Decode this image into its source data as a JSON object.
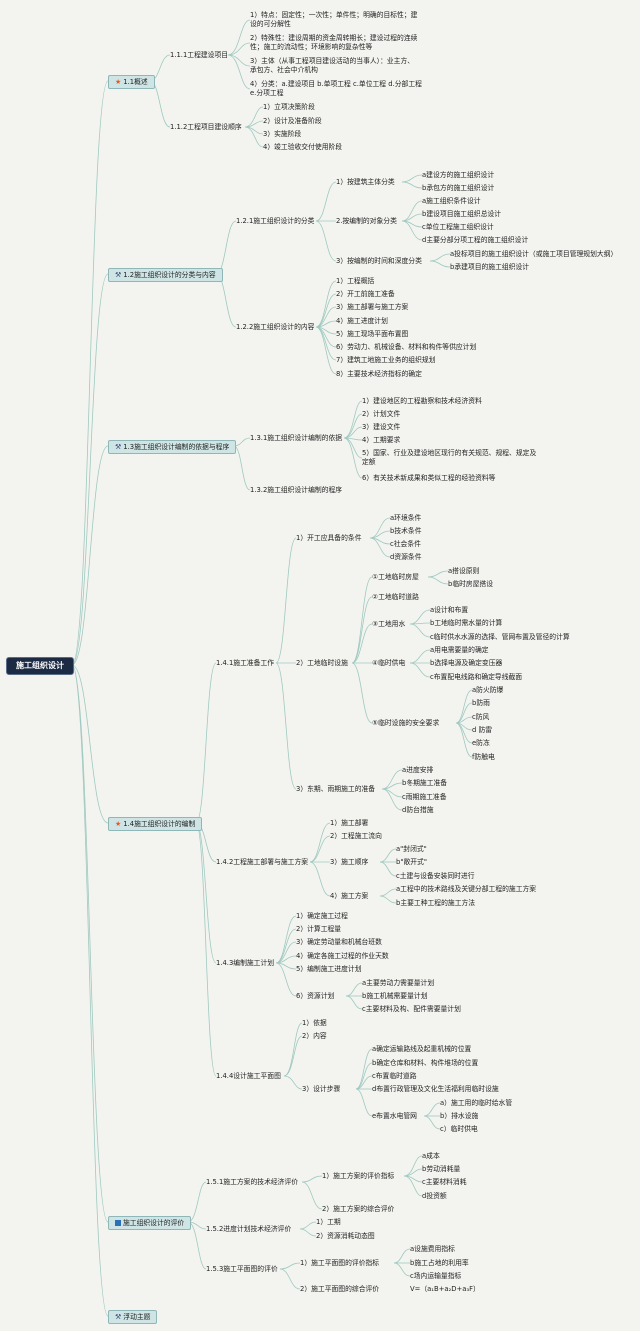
{
  "root": "施工组织设计",
  "sections": {
    "s1": {
      "label": "1.1概述",
      "a": {
        "label": "1.1.1工程建设项目",
        "i1": "1）特点：固定性；一次性；单件性；明确的目标性；建设的可分解性",
        "i2": "2）特殊性：建设周期的资金周转期长；建设过程的连续性；施工的流动性；环境影响的复杂性等",
        "i3": "3）主体（从事工程项目建设活动的当事人）：业主方、承包方、社会中介机构",
        "i4": "4）分类：a.建设项目 b.单项工程 c.单位工程 d.分部工程 e.分项工程"
      },
      "b": {
        "label": "1.1.2工程项目建设顺序",
        "i1": "1）立项决策阶段",
        "i2": "2）设计及准备阶段",
        "i3": "3）实施阶段",
        "i4": "4）竣工验收交付使用阶段"
      }
    },
    "s2": {
      "label": "1.2施工组织设计的分类与内容",
      "a": {
        "label": "1.2.1施工组织设计的分类",
        "g1": {
          "label": "1）按建筑主体分类",
          "x1": "a建设方的施工组织设计",
          "x2": "b承包方的施工组织设计"
        },
        "g2": {
          "label": "2.按编制的对象分类",
          "x1": "a施工组织条件设计",
          "x2": "b建设项目施工组织总设计",
          "x3": "c单位工程施工组织设计",
          "x4": "d主要分部分项工程的施工组织设计"
        },
        "g3": {
          "label": "3）按编制的时间和深度分类",
          "x1": "a投标项目的施工组织设计（或施工项目管理规划大纲）",
          "x2": "b承建项目的施工组织设计"
        }
      },
      "b": {
        "label": "1.2.2施工组织设计的内容",
        "i1": "1）工程概括",
        "i2": "2）开工前施工准备",
        "i3": "3）施工部署与施工方案",
        "i4": "4）施工进度计划",
        "i5": "5）施工现场平面布置图",
        "i6": "6）劳动力、机械设备、材料和构件等供应计划",
        "i7": "7）建筑工地施工业务的组织规划",
        "i8": "8）主要技术经济指标的确定"
      }
    },
    "s3": {
      "label": "1.3施工组织设计编制的依据与程序",
      "a": {
        "label": "1.3.1施工组织设计编制的依据",
        "i1": "1）建设地区的工程勘察和技术经济资料",
        "i2": "2）计划文件",
        "i3": "3）建设文件",
        "i4": "4）工期要求",
        "i5": "5）国家、行业及建设地区现行的有关规范、规程、规定及定额",
        "i6": "6）有关技术新成果和类似工程的经验资料等"
      },
      "b": {
        "label": "1.3.2施工组织设计编制的程序"
      }
    },
    "s4": {
      "label": "1.4施工组织设计的编制",
      "a": {
        "label": "1.4.1施工准备工作",
        "g1": {
          "label": "1）开工应具备的条件",
          "x1": "a环境条件",
          "x2": "b技术条件",
          "x3": "c社会条件",
          "x4": "d资源条件"
        },
        "g2": {
          "label": "2）工地临时设施",
          "h1": {
            "label": "①工地临时房屋",
            "y1": "a搭设原则",
            "y2": "b临时房屋搭设"
          },
          "h2": {
            "label": "②工地临时道路"
          },
          "h3": {
            "label": "③工地用水",
            "y1": "a设计和布置",
            "y2": "b工地临时需水量的计算",
            "y3": "c临时供水水源的选择、管网布置及管径的计算"
          },
          "h4": {
            "label": "④临时供电",
            "y1": "a用电需要量的确定",
            "y2": "b选择电源及确定变压器",
            "y3": "c布置配电线路和确定导线截面"
          },
          "h5": {
            "label": "⑤临时设施的安全要求",
            "y1": "a防火防爆",
            "y2": "b防雨",
            "y3": "c防风",
            "y4": "d 防雷",
            "y5": "e防冻",
            "y6": "f防触电"
          }
        },
        "g3": {
          "label": "3）东期、雨期施工的准备",
          "x1": "a进度安排",
          "x2": "b冬期施工准备",
          "x3": "c雨期施工准备",
          "x4": "d防台措施"
        }
      },
      "b": {
        "label": "1.4.2工程施工部署与施工方案",
        "i1": "1）施工部署",
        "i2": "2）工程施工流向",
        "g3": {
          "label": "3）施工顺序",
          "x1": "a\"封闭式\"",
          "x2": "b\"敞开式\"",
          "x3": "c土建与设备安装同时进行"
        },
        "g4": {
          "label": "4）施工方案",
          "x1": "a工程中的技术路线及关键分部工程的施工方案",
          "x2": "b主要工种工程的施工方法"
        }
      },
      "c": {
        "label": "1.4.3编制施工计划",
        "i1": "1）确定施工过程",
        "i2": "2）计算工程量",
        "i3": "3）确定劳动量和机械台班数",
        "i4": "4）确定各施工过程的作业天数",
        "i5": "5）编制施工进度计划",
        "g6": {
          "label": "6）资源计划",
          "x1": "a主要劳动力需要量计划",
          "x2": "b施工机械需要量计划",
          "x3": "c主要材料及构、配件需要量计划"
        }
      },
      "d": {
        "label": "1.4.4设计施工平面图",
        "i1": "1）依据",
        "i2": "2）内容",
        "g3": {
          "label": "3）设计步骤",
          "x1": "a确定运输路线及起重机械的位置",
          "x2": "b确定仓库和材料、构件堆场的位置",
          "x3": "c布置临时道路",
          "x4": "d布置行政管理及文化生活福利用临时设施",
          "g5": {
            "label": "e布置水电管网",
            "y1": "a）施工用的临时给水管",
            "y2": "b）排水设施",
            "y3": "c）临时供电"
          }
        }
      }
    },
    "s5": {
      "label": "施工组织设计的评价",
      "a": {
        "label": "1.5.1施工方案的技术经济评价",
        "g1": {
          "label": "1）施工方案的评价指标",
          "x1": "a成本",
          "x2": "b劳动消耗量",
          "x3": "c主要材料消耗",
          "x4": "d投资额"
        },
        "i2": "2）施工方案的综合评价"
      },
      "b": {
        "label": "1.5.2进度计划技术经济评价",
        "i1": "1）工期",
        "i2": "2）资源消耗动态图"
      },
      "c": {
        "label": "1.5.3施工平面图的评价",
        "g1": {
          "label": "1）施工平面图的评价指标",
          "x1": "a设施费用指标",
          "x2": "b施工占地的利用率",
          "x3": "c场内运输量指标"
        },
        "g2": {
          "label": "2）施工平面图的综合评价",
          "formula": "V=（a₁B+a₂D+a₃F）"
        }
      }
    },
    "s6": {
      "label": "浮动主题"
    }
  }
}
